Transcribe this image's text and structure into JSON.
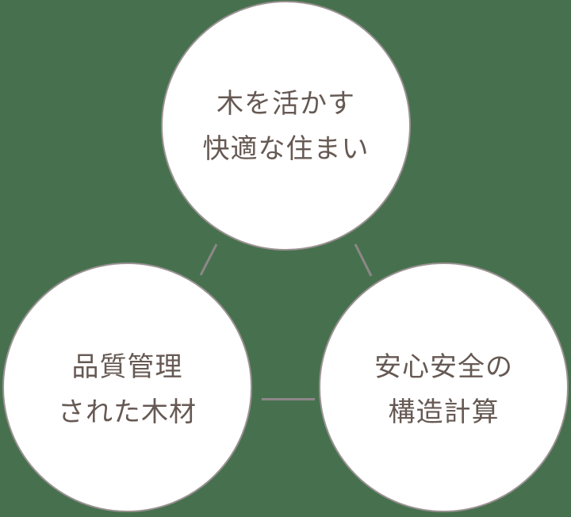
{
  "colors": {
    "background": "#47714E",
    "circle-fill": "#FFFFFF",
    "circle-border": "#9A9192",
    "connector": "#8D8789",
    "text": "#665953"
  },
  "diagram": {
    "circles": [
      {
        "id": "top",
        "lines": [
          "木を活かす",
          "快適な住まい"
        ]
      },
      {
        "id": "bottom-left",
        "lines": [
          "品質管理",
          "された木材"
        ]
      },
      {
        "id": "bottom-right",
        "lines": [
          "安心安全の",
          "構造計算"
        ]
      }
    ]
  }
}
